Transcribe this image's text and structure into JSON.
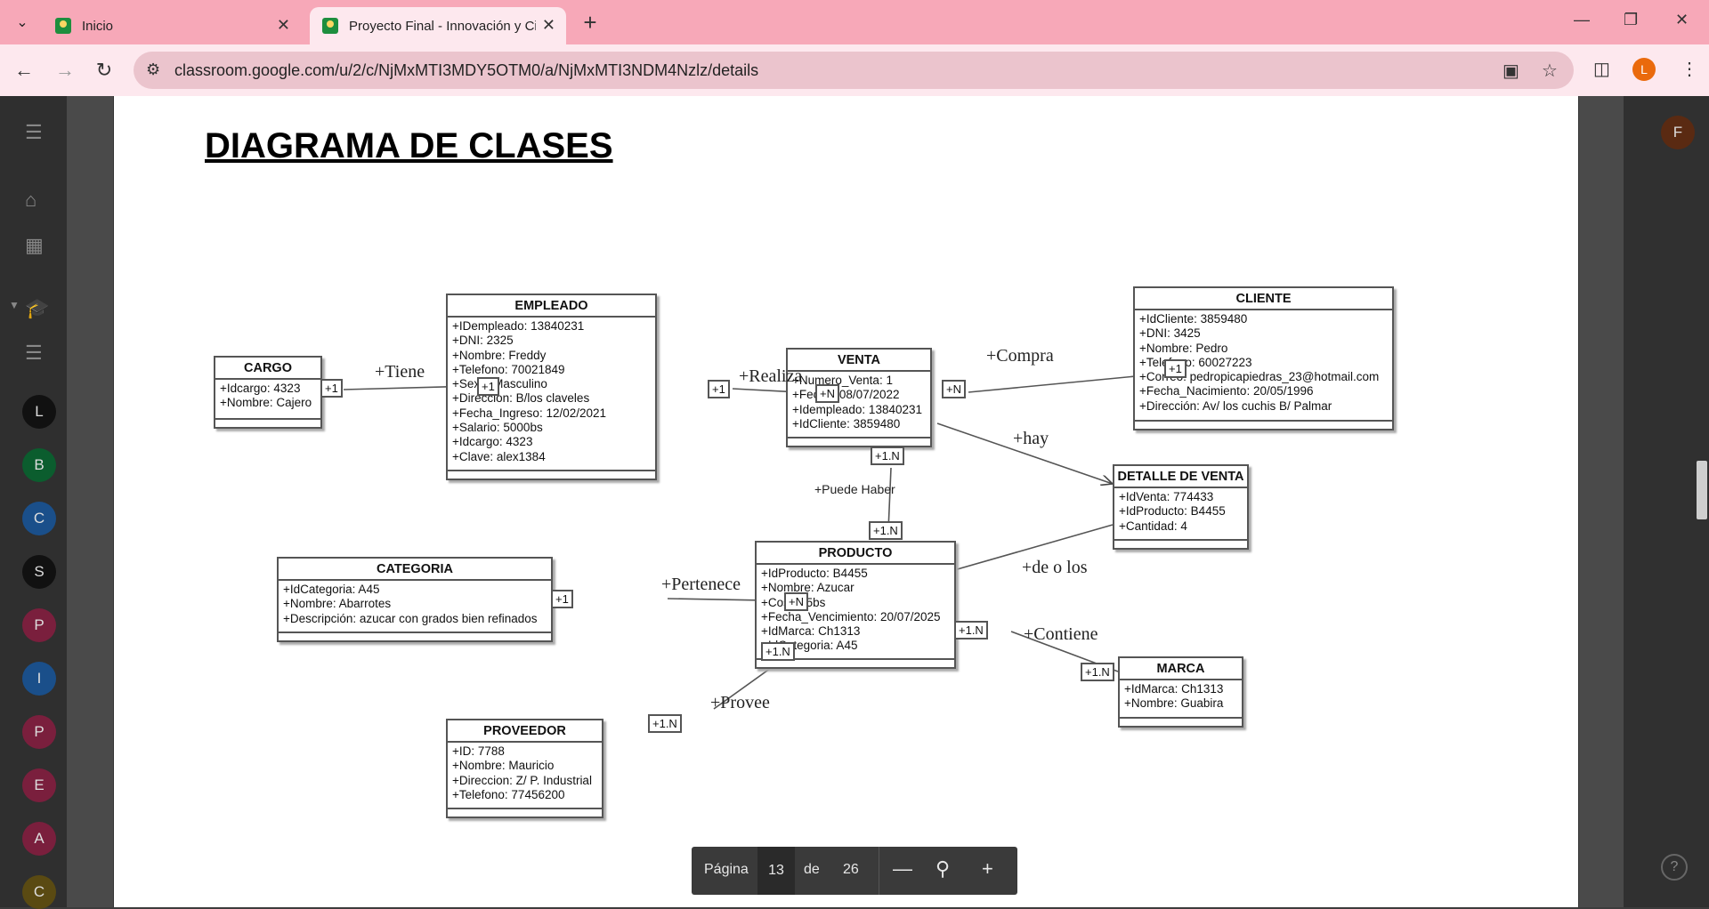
{
  "browser": {
    "tabs": [
      {
        "label": "Inicio"
      },
      {
        "label": "Proyecto Final - Innovación y Ci"
      }
    ],
    "url": "classroom.google.com/u/2/c/NjMxMTI3MDY5OTM0/a/NjMxMTI3NDM4Nzlz/details",
    "profile_initial": "L"
  },
  "rail": {
    "avatars": [
      {
        "letter": "L",
        "color": "#111111"
      },
      {
        "letter": "B",
        "color": "#0b5d2e"
      },
      {
        "letter": "C",
        "color": "#1a4f8a"
      },
      {
        "letter": "S",
        "color": "#111111"
      },
      {
        "letter": "P",
        "color": "#7a1f3d"
      },
      {
        "letter": "I",
        "color": "#1a4f8a"
      },
      {
        "letter": "P",
        "color": "#7a1f3d"
      },
      {
        "letter": "E",
        "color": "#7a1f3d"
      },
      {
        "letter": "A",
        "color": "#7a1f3d"
      },
      {
        "letter": "C",
        "color": "#5a4a12"
      }
    ],
    "account_initial": "F"
  },
  "document": {
    "title": "DIAGRAMA DE CLASES",
    "classes": {
      "cargo": {
        "name": "CARGO",
        "attrs": [
          "+Idcargo: 4323",
          "+Nombre: Cajero"
        ]
      },
      "empleado": {
        "name": "EMPLEADO",
        "attrs": [
          "+IDempleado: 13840231",
          "+DNI: 2325",
          "+Nombre: Freddy",
          "+Telefono: 70021849",
          "+Sexo: Masculino",
          "+Direccion: B/los claveles",
          "+Fecha_Ingreso: 12/02/2021",
          "+Salario: 5000bs",
          "+Idcargo: 4323",
          "+Clave: alex1384"
        ]
      },
      "venta": {
        "name": "VENTA",
        "attrs": [
          "+Numero_Venta: 1",
          "+Fecha: 08/07/2022",
          "+Idempleado: 13840231",
          "+IdCliente: 3859480"
        ]
      },
      "cliente": {
        "name": "CLIENTE",
        "attrs": [
          "+IdCliente: 3859480",
          "+DNI: 3425",
          "+Nombre: Pedro",
          "+Telefono: 60027223",
          "+Correo: pedropicapiedras_23@hotmail.com",
          "+Fecha_Nacimiento: 20/05/1996",
          "+Dirección: Av/ los cuchis B/ Palmar"
        ]
      },
      "detalle": {
        "name": "DETALLE DE VENTA",
        "attrs": [
          "+IdVenta: 774433",
          "+IdProducto: B4455",
          "+Cantidad: 4"
        ]
      },
      "producto": {
        "name": "PRODUCTO",
        "attrs": [
          "+IdProducto: B4455",
          "+Nombre: Azucar",
          "+Costo: 5bs",
          "+Fecha_Vencimiento:  20/07/2025",
          "+IdMarca: Ch1313",
          "+IdCategoria: A45"
        ]
      },
      "categoria": {
        "name": "CATEGORIA",
        "attrs": [
          "+IdCategoria: A45",
          "+Nombre: Abarrotes",
          "+Descripción: azucar con grados bien refinados"
        ]
      },
      "marca": {
        "name": "MARCA",
        "attrs": [
          "+IdMarca: Ch1313",
          "+Nombre: Guabira"
        ]
      },
      "proveedor": {
        "name": "PROVEEDOR",
        "attrs": [
          "+ID: 7788",
          "+Nombre: Mauricio",
          "+Direccion: Z/ P. Industrial",
          "+Telefono: 77456200"
        ]
      }
    },
    "relations": {
      "tiene": "+Tiene",
      "realiza": "+Realiza",
      "compra": "+Compra",
      "hay": "+hay",
      "puede_haber": "+Puede Haber",
      "de_o_los": "+de o los",
      "pertenece": "+Pertenece",
      "contiene": "+Contiene",
      "provee": "+Provee"
    },
    "multiplicity": {
      "one": "+1",
      "n": "+N",
      "one_n": "+1.N"
    }
  },
  "pager": {
    "label": "Página",
    "current": "13",
    "of": "de",
    "total": "26"
  }
}
